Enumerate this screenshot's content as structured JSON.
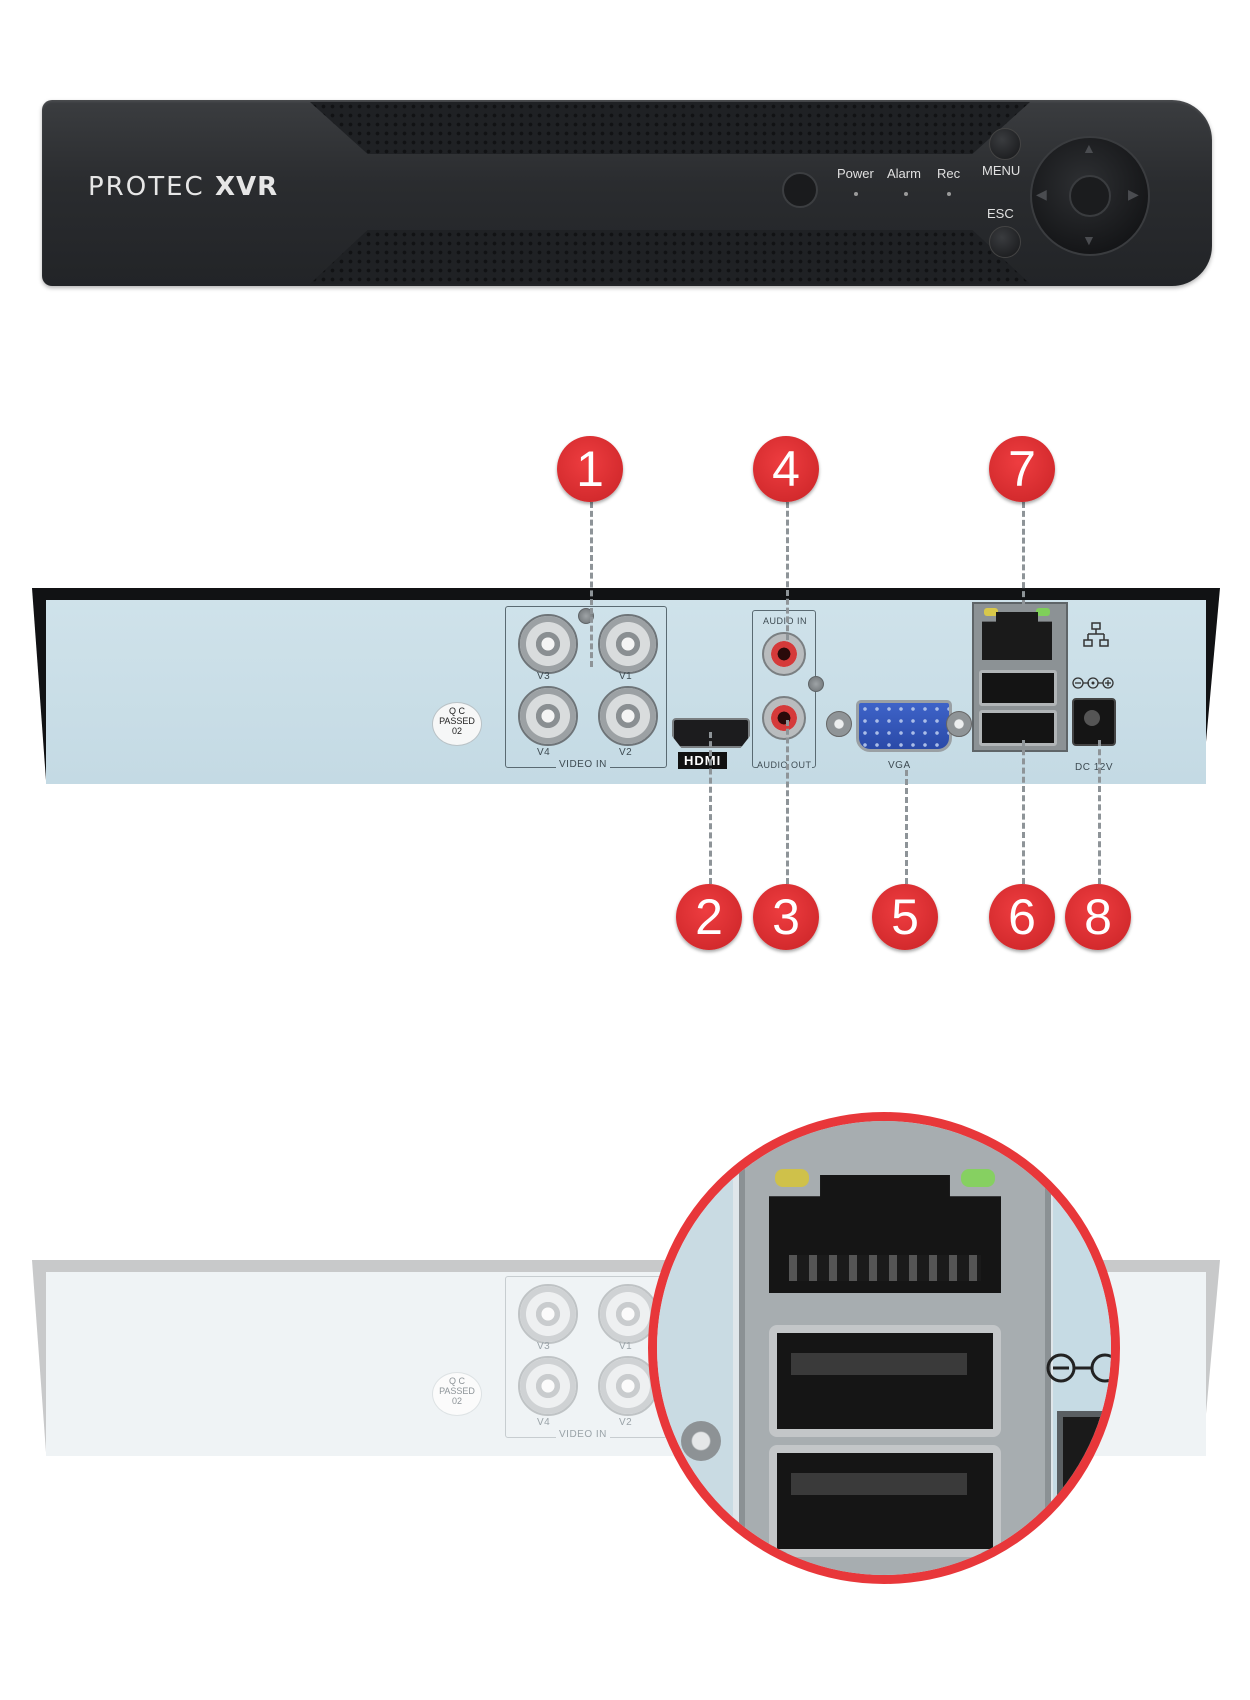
{
  "front_panel": {
    "brand_regular": "PROTEC",
    "brand_bold": "XVR",
    "leds": [
      {
        "label": "Power"
      },
      {
        "label": "Alarm"
      },
      {
        "label": "Rec"
      }
    ],
    "menu_label": "MENU",
    "esc_label": "ESC"
  },
  "rear_panel": {
    "bnc_labels": [
      "V3",
      "V1",
      "V4",
      "V2"
    ],
    "video_in_label": "VIDEO IN",
    "qc_sticker": [
      "Q C",
      "PASSED",
      "02"
    ],
    "hdmi_label": "HDMI",
    "audio_in_label": "AUDIO IN",
    "audio_out_label": "AUDIO OUT",
    "vga_label": "VGA",
    "dc_label": "DC 12V",
    "callouts": [
      "1",
      "2",
      "3",
      "4",
      "5",
      "6",
      "7",
      "8"
    ]
  },
  "zoom_section": {
    "bnc_labels": [
      "V3",
      "V1",
      "V4",
      "V2"
    ],
    "video_in_label": "VIDEO IN",
    "qc_sticker": [
      "Q C",
      "PASSED",
      "02"
    ]
  },
  "colors": {
    "callout_red": "#e0292d",
    "rear_plate": "#c4dae4",
    "front_body": "#2a2c2f"
  }
}
